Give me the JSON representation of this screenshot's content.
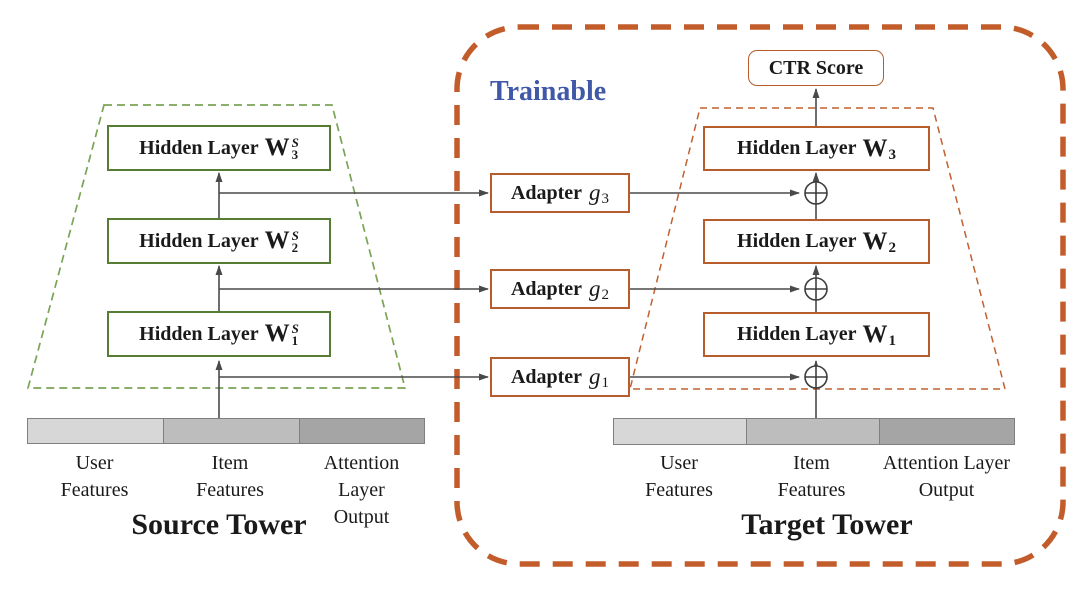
{
  "colors": {
    "source_box_border": "#567d33",
    "source_trapezoid_dash": "#7aa455",
    "target_box_border": "#b75c2b",
    "trainable_container_dash": "#c25d2b",
    "trainable_text": "#4058a8",
    "arrow": "#4a4a4a",
    "bar_user": "#d7d7d7",
    "bar_item": "#bdbdbd",
    "bar_attention": "#a5a5a5",
    "bar_border": "#7f7f7f"
  },
  "icons": {
    "merge": "circled-plus"
  },
  "source": {
    "title": "Source Tower",
    "layers": [
      {
        "label": "Hidden Layer",
        "symbol": "W",
        "sup": "S",
        "sub": "3"
      },
      {
        "label": "Hidden Layer",
        "symbol": "W",
        "sup": "S",
        "sub": "2"
      },
      {
        "label": "Hidden Layer",
        "symbol": "W",
        "sup": "S",
        "sub": "1"
      }
    ],
    "features": [
      {
        "line1": "User",
        "line2": "Features"
      },
      {
        "line1": "Item",
        "line2": "Features"
      },
      {
        "line1": "Attention Layer",
        "line2": "Output"
      }
    ]
  },
  "adapters": [
    {
      "label": "Adapter",
      "symbol": "g",
      "sub": "3"
    },
    {
      "label": "Adapter",
      "symbol": "g",
      "sub": "2"
    },
    {
      "label": "Adapter",
      "symbol": "g",
      "sub": "1"
    }
  ],
  "target": {
    "title": "Target Tower",
    "trainable": "Trainable",
    "ctr": "CTR Score",
    "layers": [
      {
        "label": "Hidden Layer",
        "symbol": "W",
        "sub": "3"
      },
      {
        "label": "Hidden Layer",
        "symbol": "W",
        "sub": "2"
      },
      {
        "label": "Hidden Layer",
        "symbol": "W",
        "sub": "1"
      }
    ],
    "features": [
      {
        "line1": "User",
        "line2": "Features"
      },
      {
        "line1": "Item",
        "line2": "Features"
      },
      {
        "line1": "Attention Layer",
        "line2": "Output"
      }
    ]
  }
}
